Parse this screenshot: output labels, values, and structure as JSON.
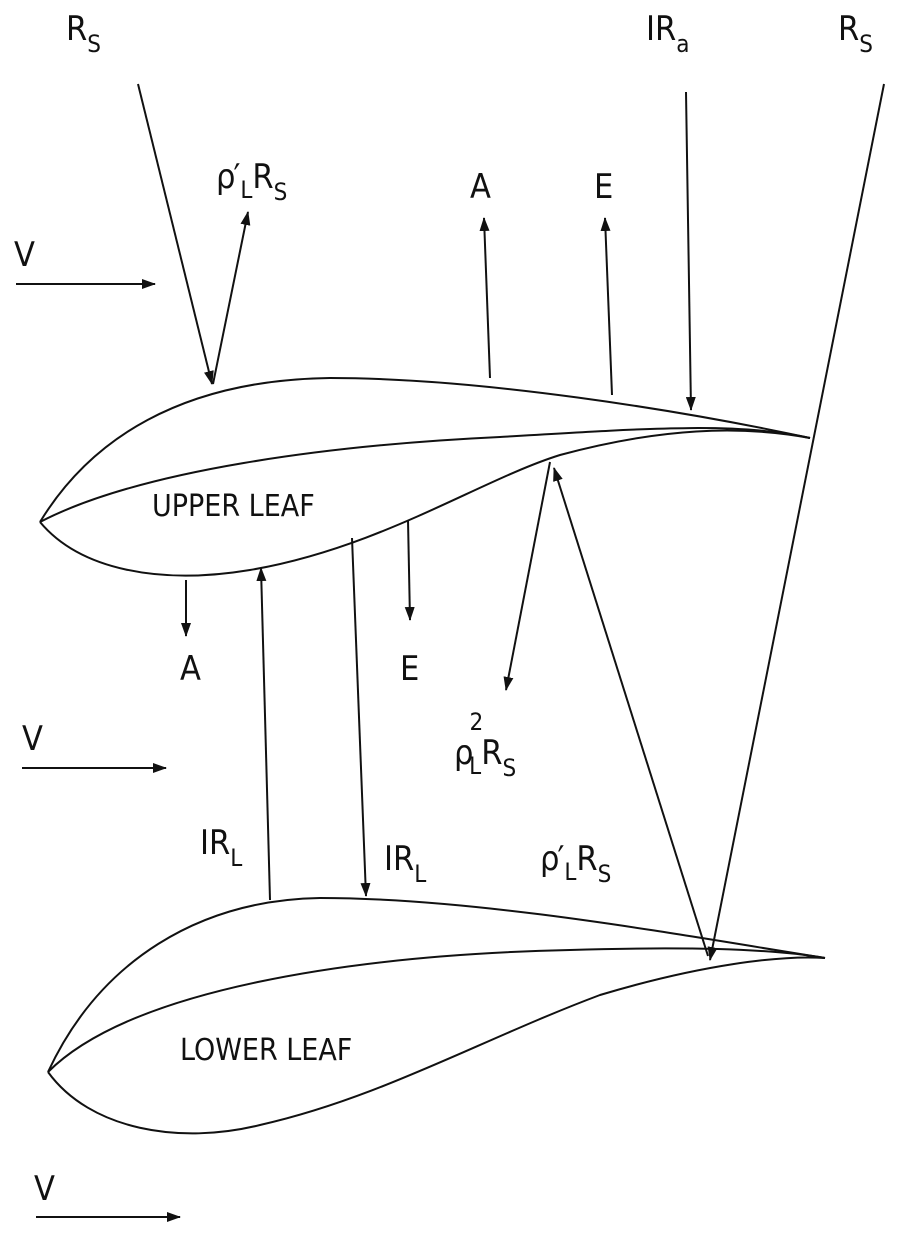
{
  "labels": {
    "rs": "R",
    "rs_sub": "S",
    "ira": "IR",
    "ira_sub": "a",
    "rho": "ρ",
    "rho_prime": "′",
    "rho_sub": "L",
    "rho_sq": "2",
    "a": "A",
    "e": "E",
    "v": "V",
    "irl": "IR",
    "irl_sub": "L"
  },
  "leaves": {
    "upper": "UPPER LEAF",
    "lower": "LOWER LEAF"
  }
}
